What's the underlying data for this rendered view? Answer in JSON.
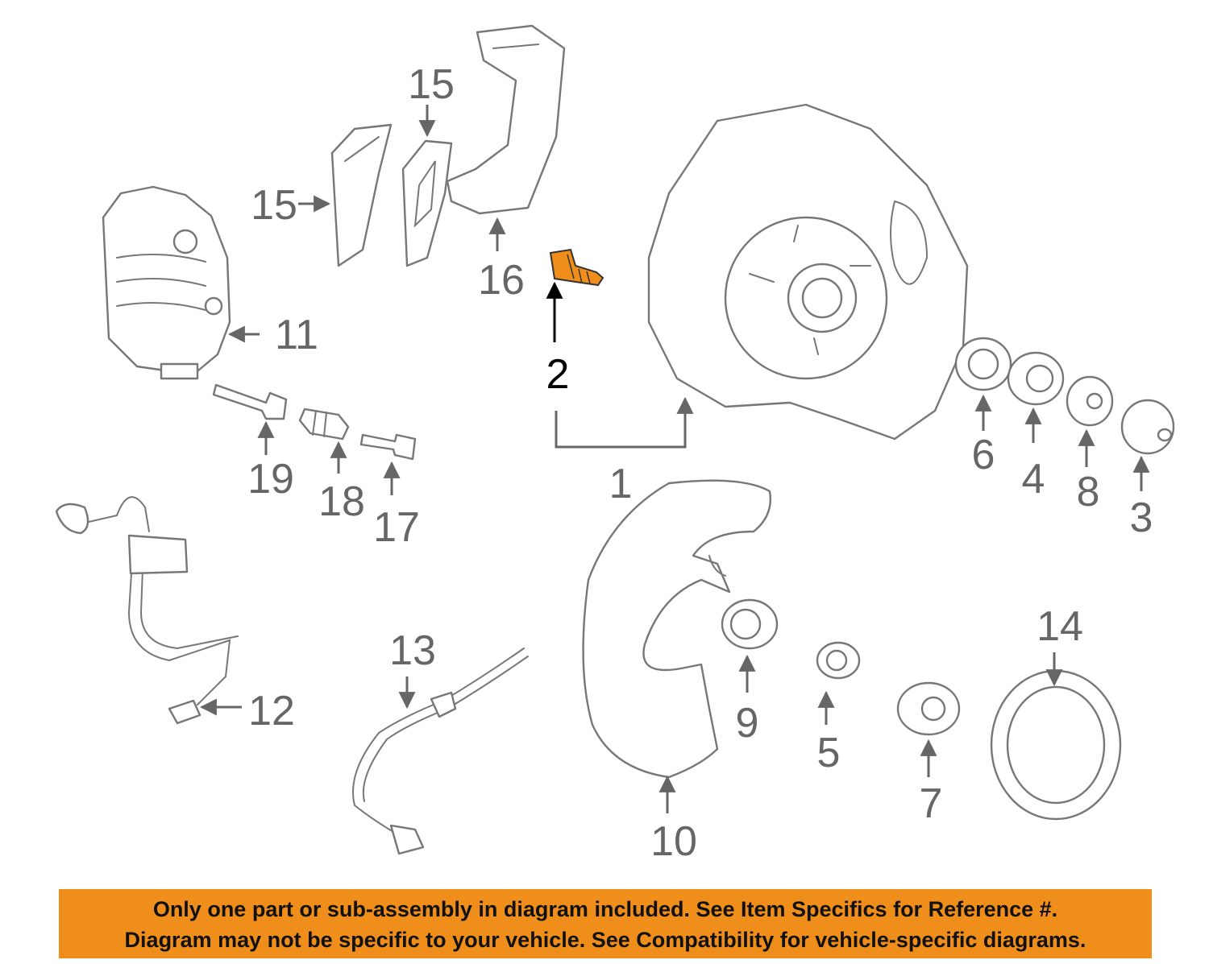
{
  "colors": {
    "highlight": "#ef8e1b",
    "linework": "#777777",
    "label": "#666666",
    "highlight_label": "#000000",
    "background": "#ffffff"
  },
  "callouts": [
    {
      "id": "l1",
      "text": "1"
    },
    {
      "id": "l2",
      "text": "2",
      "highlighted": true
    },
    {
      "id": "l3",
      "text": "3"
    },
    {
      "id": "l4",
      "text": "4"
    },
    {
      "id": "l5",
      "text": "5"
    },
    {
      "id": "l6",
      "text": "6"
    },
    {
      "id": "l7",
      "text": "7"
    },
    {
      "id": "l8",
      "text": "8"
    },
    {
      "id": "l9",
      "text": "9"
    },
    {
      "id": "l10",
      "text": "10"
    },
    {
      "id": "l11",
      "text": "11"
    },
    {
      "id": "l12",
      "text": "12"
    },
    {
      "id": "l13",
      "text": "13"
    },
    {
      "id": "l14",
      "text": "14"
    },
    {
      "id": "l15a",
      "text": "15"
    },
    {
      "id": "l15b",
      "text": "15"
    },
    {
      "id": "l16",
      "text": "16"
    },
    {
      "id": "l17",
      "text": "17"
    },
    {
      "id": "l18",
      "text": "18"
    },
    {
      "id": "l19",
      "text": "19"
    }
  ],
  "notice": {
    "line1": "Only one part or sub-assembly in diagram included. See Item Specifics for Reference #.",
    "line2": "Diagram may not be specific to your vehicle. See Compatibility for vehicle-specific diagrams."
  }
}
